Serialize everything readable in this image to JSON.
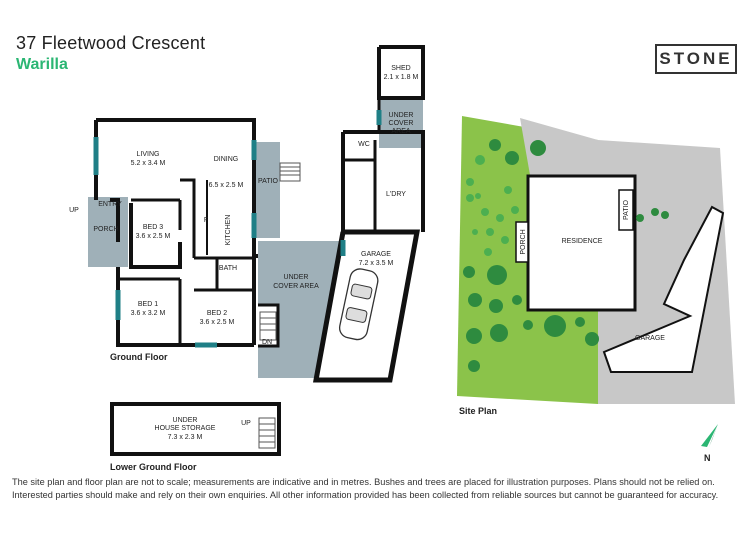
{
  "header": {
    "address": "37 Fleetwood Crescent",
    "suburb": "Warilla",
    "logo": "STONE"
  },
  "colors": {
    "accent": "#2bb673",
    "wall": "#111111",
    "window": "#1f7f86",
    "outdoor_area": "#9fb0b8",
    "lawn": "#8bc34a",
    "paving": "#c8c8c8"
  },
  "ground_floor": {
    "label": "Ground Floor",
    "rooms": {
      "living": {
        "name": "LIVING",
        "size": "5.2 x 3.4 M"
      },
      "dining": {
        "name": "DINING",
        "size": "6.5 x 2.5 M"
      },
      "patio": {
        "name": "PATIO"
      },
      "kitchen": {
        "name": "KITCHEN"
      },
      "fridge": {
        "name": "F"
      },
      "entry": {
        "name": "ENTRY"
      },
      "up": {
        "name": "UP"
      },
      "porch": {
        "name": "PORCH"
      },
      "bed3": {
        "name": "BED 3",
        "size": "3.6 x 2.5 M"
      },
      "bath": {
        "name": "BATH"
      },
      "bed1": {
        "name": "BED 1",
        "size": "3.6 x 3.2 M"
      },
      "bed2": {
        "name": "BED 2",
        "size": "3.6 x 2.5 M"
      },
      "under_cover": {
        "name": "UNDER\nCOVER AREA"
      },
      "dn": {
        "name": "DN"
      },
      "shed": {
        "name": "SHED",
        "size": "2.1 x 1.8 M"
      },
      "under_cover_2": {
        "name": "UNDER\nCOVER\nAREA"
      },
      "wc": {
        "name": "WC"
      },
      "laundry": {
        "name": "L'DRY"
      },
      "garage": {
        "name": "GARAGE",
        "size": "7.2 x 3.5 M"
      }
    }
  },
  "lower_ground_floor": {
    "label": "Lower Ground Floor",
    "storage": {
      "name": "UNDER\nHOUSE STORAGE",
      "size": "7.3 x 2.3 M"
    },
    "up": "UP"
  },
  "site_plan": {
    "label": "Site Plan",
    "residence": "RESIDENCE",
    "porch": "PORCH",
    "patio": "PATIO",
    "garage": "GARAGE",
    "north": "N"
  },
  "disclaimer": [
    "The site plan and floor plan are not to scale; measurements are indicative and in metres. Bushes and trees are placed for illustration purposes. Plans should not be relied on.",
    "Interested parties should make and rely on their own enquiries. All other information provided has been collected from reliable sources but cannot be guaranteed for accuracy."
  ]
}
